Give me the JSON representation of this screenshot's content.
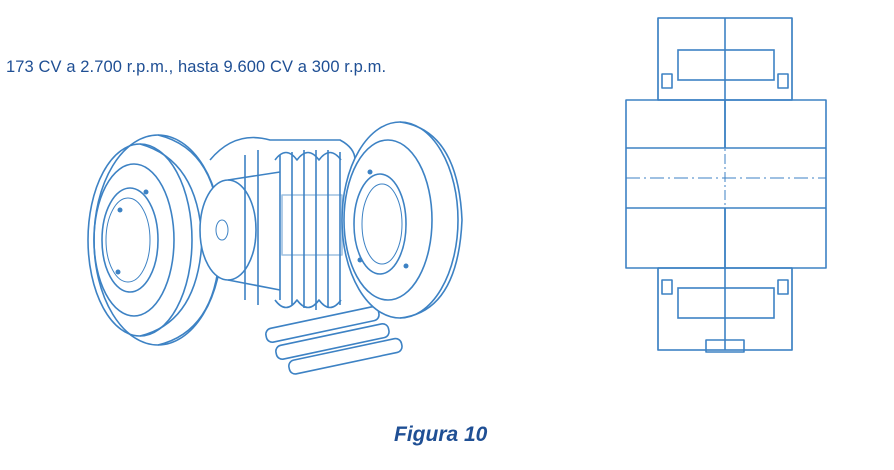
{
  "spec_text": "173 CV a 2.700 r.p.m., hasta 9.600 CV a 300 r.p.m.",
  "caption": "Figura 10",
  "colors": {
    "ink": "#1f4f94",
    "line": "#3d82c4"
  },
  "figures": [
    "exploded-coupling-illustration",
    "coupling-cross-section"
  ]
}
